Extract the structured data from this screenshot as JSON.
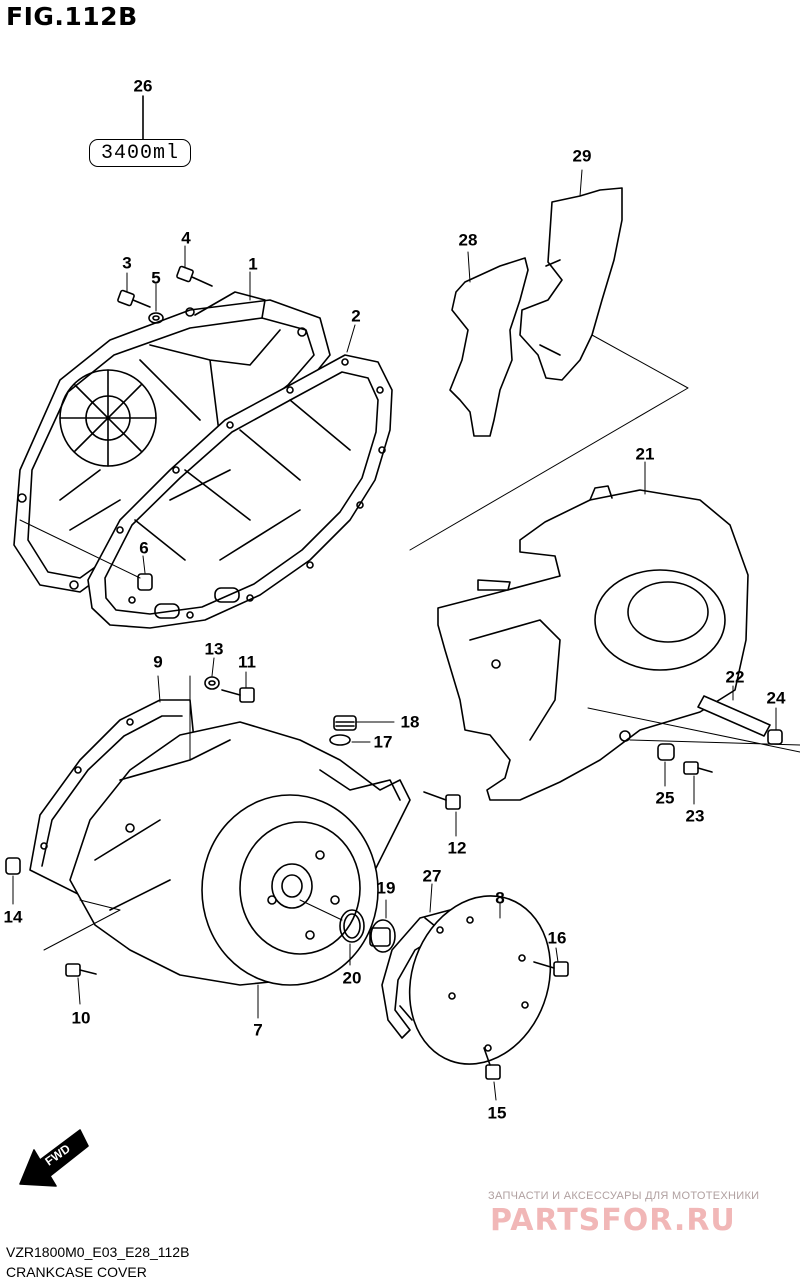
{
  "figure": {
    "title": "FIG.112B",
    "code": "VZR1800M0_E03_E28_112B",
    "caption": "CRANKCASE COVER"
  },
  "sealant": {
    "part": "26",
    "amount": "3400ml"
  },
  "callouts": [
    "1",
    "2",
    "3",
    "4",
    "5",
    "6",
    "7",
    "8",
    "9",
    "10",
    "11",
    "12",
    "13",
    "14",
    "15",
    "16",
    "17",
    "18",
    "19",
    "20",
    "21",
    "22",
    "23",
    "24",
    "25",
    "27",
    "28",
    "29"
  ],
  "direction_label": "FWD",
  "watermark": {
    "tagline": "ЗАПЧАСТИ И АКСЕССУАРЫ ДЛЯ МОТОТЕХНИКИ",
    "logo": "PARTSFOR.RU"
  }
}
